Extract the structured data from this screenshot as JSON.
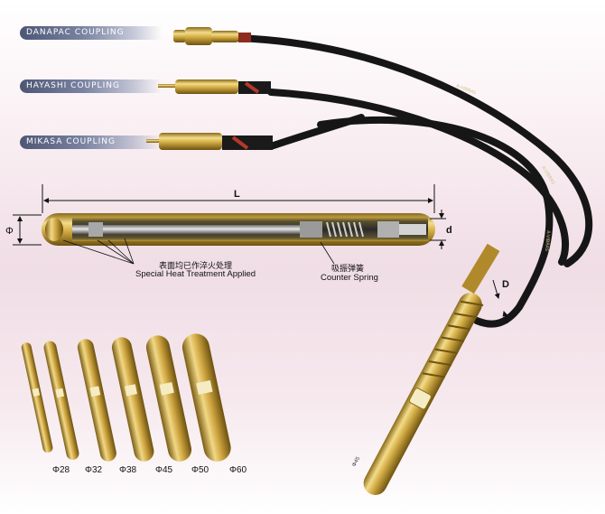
{
  "couplings": [
    {
      "label": "DANAPAC COUPLING"
    },
    {
      "label": "HAYASHI COUPLING"
    },
    {
      "label": "MIKASA COUPLING"
    }
  ],
  "dimensions": {
    "length": "L",
    "outer_diameter": "Φ",
    "inner_diameter": "d",
    "hose_diameter": "D"
  },
  "annotations": {
    "heat_treatment_cn": "表面均已作淬火处理",
    "heat_treatment_en": "Special Heat Treatment Applied",
    "spring_cn": "吸振弹簧",
    "spring_en": "Counter Spring"
  },
  "pokers": [
    {
      "label": "Φ28"
    },
    {
      "label": "Φ32"
    },
    {
      "label": "Φ38"
    },
    {
      "label": "Φ45"
    },
    {
      "label": "Φ50"
    },
    {
      "label": "Φ60"
    }
  ],
  "big_poker_tag": "Φ45",
  "colors": {
    "brass": "#c9a63c",
    "hose": "#161616",
    "pill": "#59627f"
  }
}
